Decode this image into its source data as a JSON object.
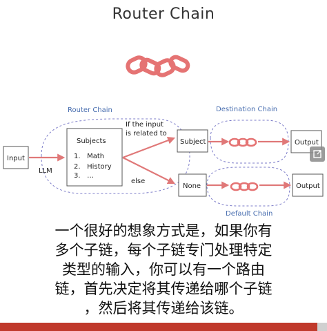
{
  "title": "Router Chain",
  "diagram": {
    "router_chain_label": "Router Chain",
    "destination_chain_label": "Destination Chain",
    "default_chain_label": "Default Chain",
    "input_label": "Input",
    "llm_label": "LLM",
    "subjects_title": "Subjects",
    "subjects_items": [
      "1.   Math",
      "2.   History",
      "3.   …"
    ],
    "condition_line1": "If the input",
    "condition_line2": "is related to",
    "else_label": "else",
    "subject_label": "Subject",
    "none_label": "None",
    "output_top_label": "Output",
    "output_bottom_label": "Output"
  },
  "subtitle_lines": [
    "一个很好的想象方式是，如果你有",
    "多个子链，每个子链专门处理特定",
    "类型的输入，你可以有一个路由",
    "链，首先决定将其传递给哪个子链",
    "，然后将其传递给该链。"
  ],
  "colors": {
    "chain_icon": "#e57373",
    "arrow": "#e07878",
    "dashed_border": "#7b7bc8",
    "label_blue": "#4a6fb0",
    "progress": "#c0392b"
  },
  "icons": {
    "title_chain": "chain-link-icon",
    "chain_small": "chain-link-icon",
    "expand": "expand-icon"
  },
  "video_progress": 0.97
}
